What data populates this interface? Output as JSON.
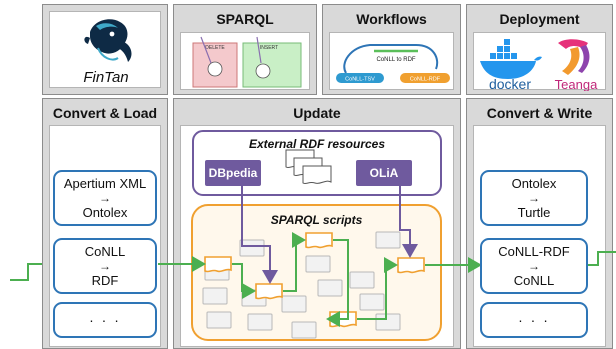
{
  "top": {
    "logo_text": "FinTan",
    "sparql": {
      "title": "SPARQL",
      "delete_label": "DELETE",
      "insert_label": "INSERT"
    },
    "workflows": {
      "title": "Workflows",
      "center_label": "CoNLL to RDF",
      "left_label": "CoNLL-TSV",
      "right_label": "CoNLL-RDF"
    },
    "deployment": {
      "title": "Deployment",
      "docker_label": "docker",
      "teanga_label": "Teanga"
    }
  },
  "convert_load": {
    "title": "Convert & Load",
    "boxes": [
      {
        "line1": "Apertium XML",
        "arrow": "→",
        "line2": "Ontolex"
      },
      {
        "line1": "CoNLL",
        "arrow": "→",
        "line2": "RDF"
      },
      {
        "line1": "· · ·"
      }
    ]
  },
  "update": {
    "title": "Update",
    "external_title": "External RDF resources",
    "dbpedia_label": "DBpedia",
    "olia_label": "OLiA",
    "scripts_title": "SPARQL scripts"
  },
  "convert_write": {
    "title": "Convert & Write",
    "boxes": [
      {
        "line1": "Ontolex",
        "arrow": "→",
        "line2": "Turtle"
      },
      {
        "line1": "CoNLL-RDF",
        "arrow": "→",
        "line2": "CoNLL"
      },
      {
        "line1": "· · ·"
      }
    ]
  },
  "colors": {
    "blue": "#2e75b6",
    "green": "#4caf50",
    "purple": "#6f5a9e",
    "orange": "#f0a030",
    "panel": "#d9d9d9"
  }
}
